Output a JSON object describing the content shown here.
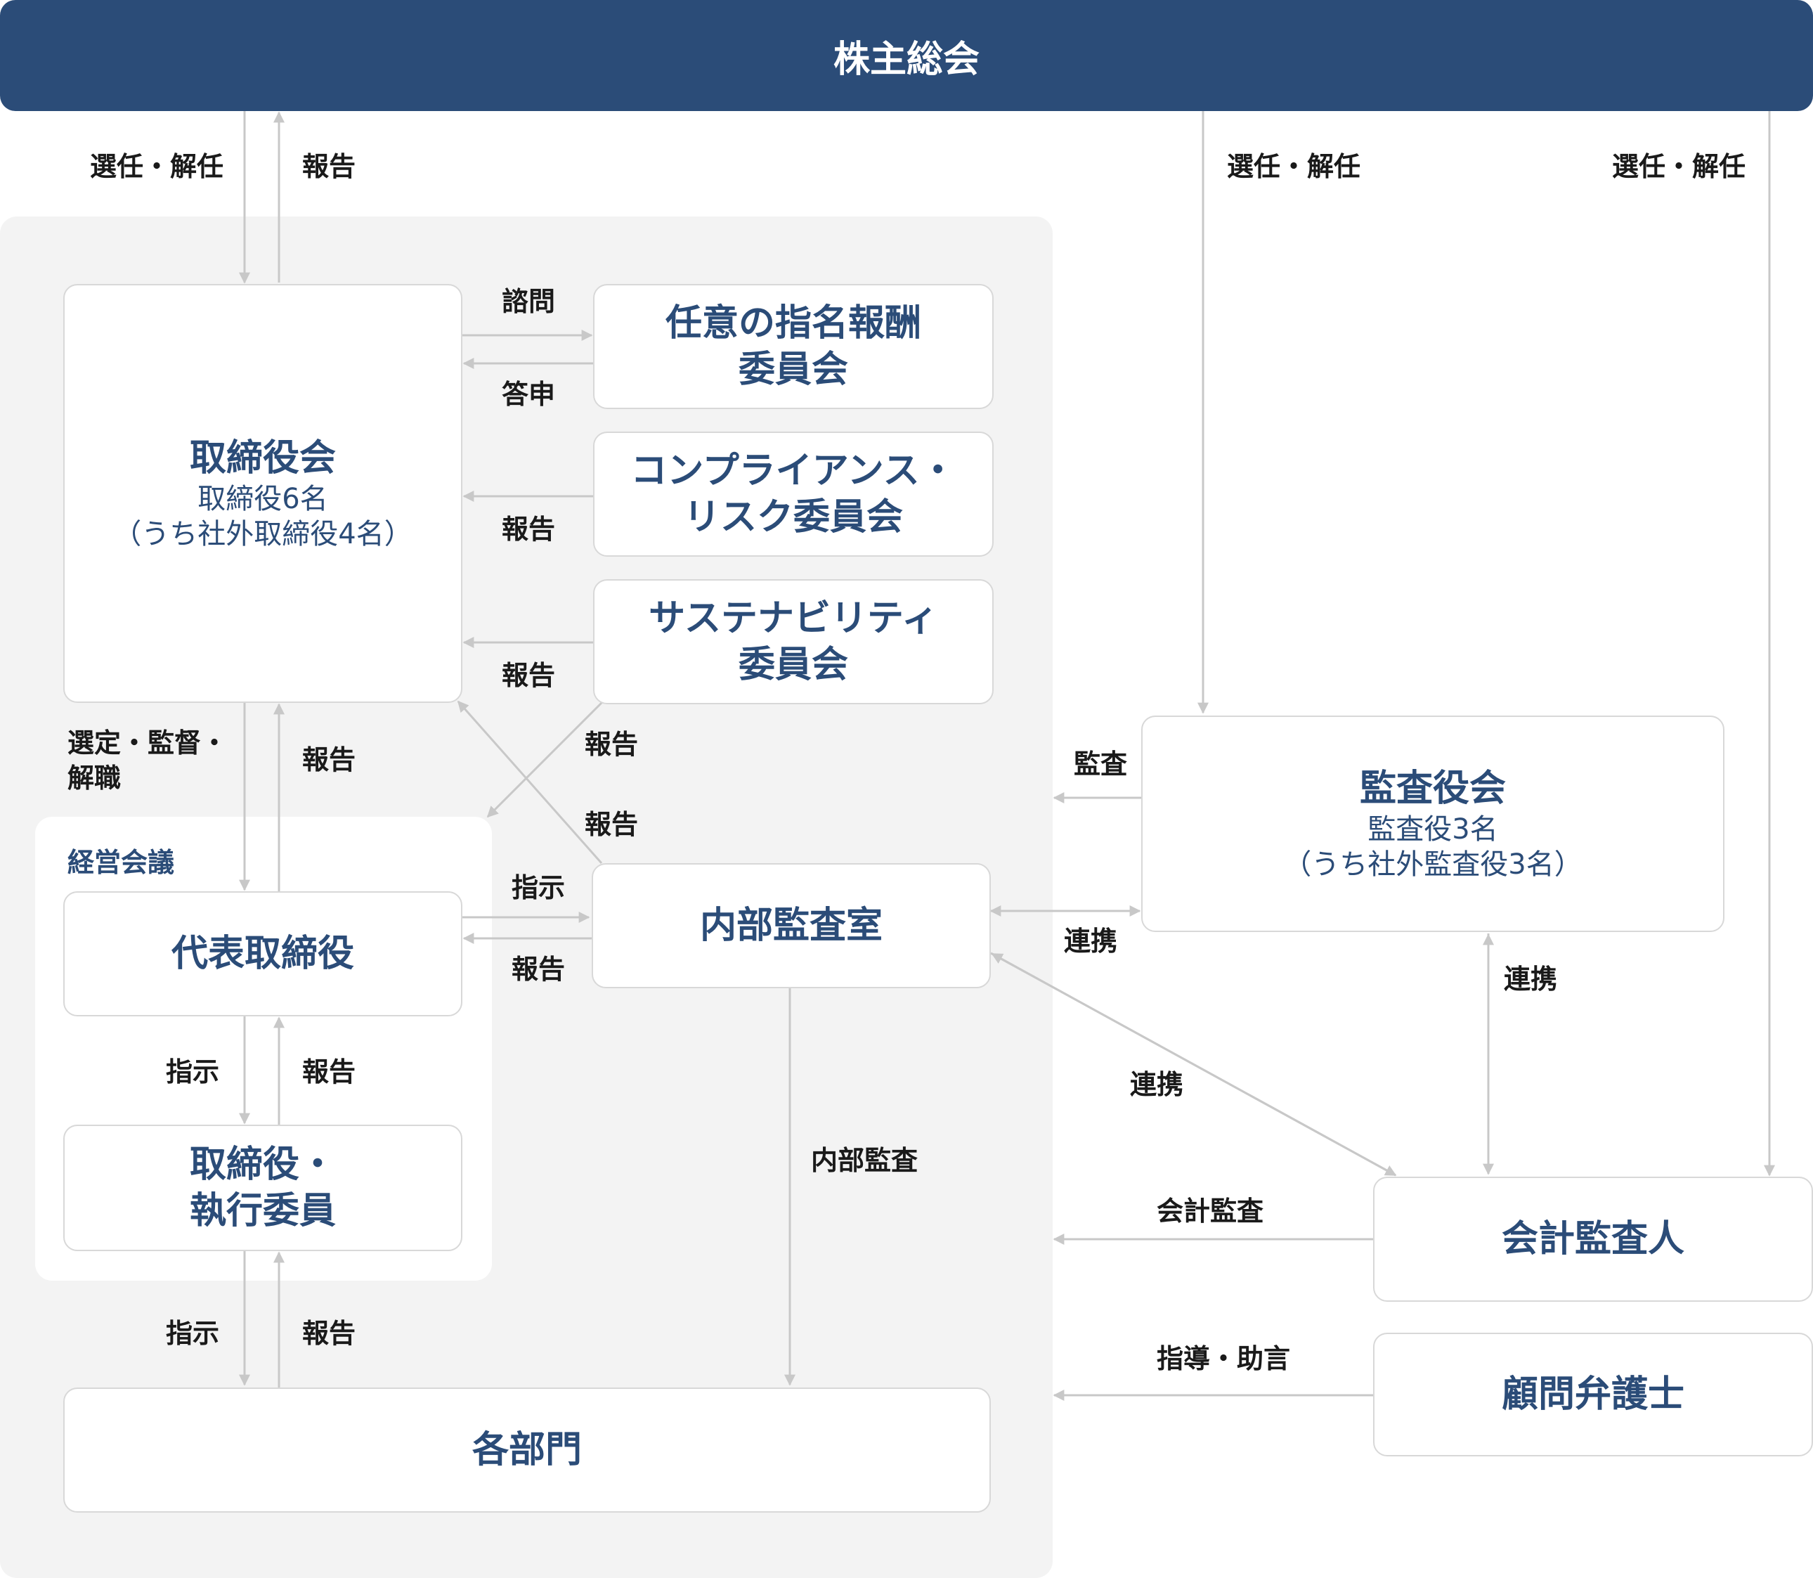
{
  "top": {
    "title": "株主総会"
  },
  "boxes": {
    "board": {
      "title": "取締役会",
      "line1": "取締役6名",
      "line2": "（うち社外取締役4名）"
    },
    "nomination": {
      "line1": "任意の指名報酬",
      "line2": "委員会"
    },
    "compliance": {
      "line1": "コンプライアンス・",
      "line2": "リスク委員会"
    },
    "sustainability": {
      "line1": "サステナビリティ",
      "line2": "委員会"
    },
    "audit_board": {
      "title": "監査役会",
      "line1": "監査役3名",
      "line2": "（うち社外監査役3名）"
    },
    "representative": {
      "title": "代表取締役"
    },
    "internal_audit_office": {
      "title": "内部監査室"
    },
    "executives": {
      "line1": "取締役・",
      "line2": "執行委員"
    },
    "departments": {
      "title": "各部門"
    },
    "accounting_auditor": {
      "title": "会計監査人"
    },
    "legal_advisor": {
      "title": "顧問弁護士"
    }
  },
  "group": {
    "label": "経営会議"
  },
  "labels": {
    "elect1": "選任・解任",
    "report_top": "報告",
    "elect2": "選任・解任",
    "elect3": "選任・解任",
    "consult": "諮問",
    "answer": "答申",
    "report_compliance": "報告",
    "report_sustainability": "報告",
    "select_line1": "選定・監督・",
    "select_line2": "解職",
    "report_rep_board": "報告",
    "report_diag1": "報告",
    "report_diag2": "報告",
    "audit": "監査",
    "instruct_rep_office": "指示",
    "report_office_rep": "報告",
    "cooperate1": "連携",
    "cooperate2": "連携",
    "cooperate3": "連携",
    "instruct_rep_exec": "指示",
    "report_exec_rep": "報告",
    "internal_audit": "内部監査",
    "accounting_audit": "会計監査",
    "instruct_exec_dept": "指示",
    "report_dept_exec": "報告",
    "guidance": "指導・助言"
  },
  "colors": {
    "navy": "#2b4c78",
    "panel": "#f3f3f3",
    "line": "#c8c8c8"
  }
}
